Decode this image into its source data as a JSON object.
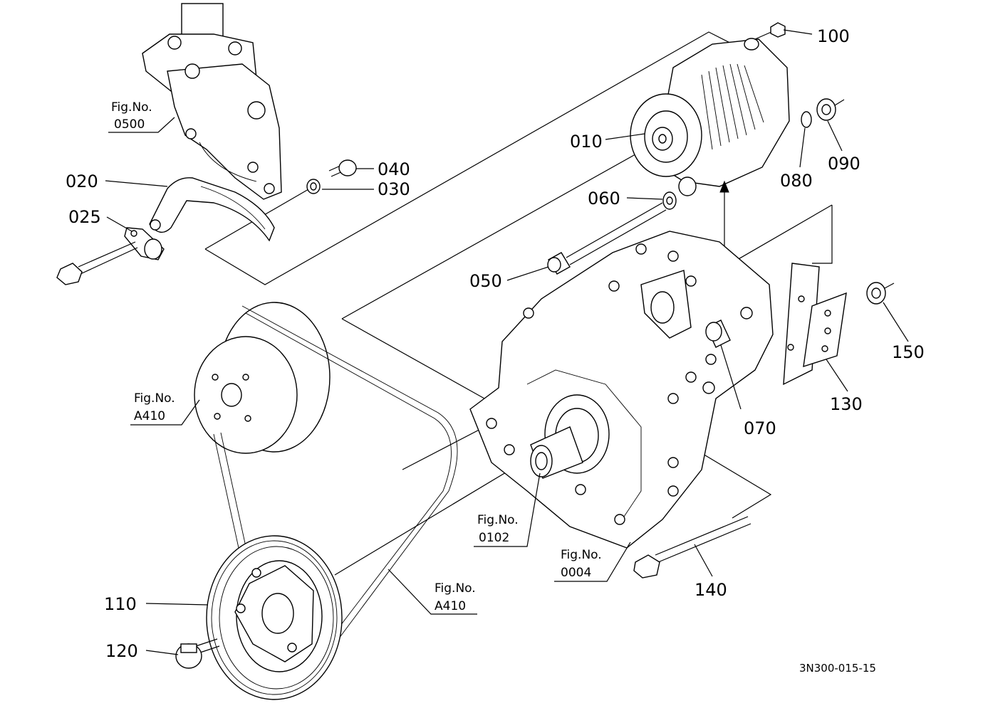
{
  "callouts": {
    "c010": "010",
    "c020": "020",
    "c025": "025",
    "c030": "030",
    "c040": "040",
    "c050": "050",
    "c060": "060",
    "c070": "070",
    "c080": "080",
    "c090": "090",
    "c100": "100",
    "c110": "110",
    "c120": "120",
    "c130": "130",
    "c140": "140",
    "c150": "150"
  },
  "figure_refs": {
    "ref_0500": {
      "label": "Fig.No.",
      "number": "0500"
    },
    "ref_a410_top": {
      "label": "Fig.No.",
      "number": "A410"
    },
    "ref_0102": {
      "label": "Fig.No.",
      "number": "0102"
    },
    "ref_0004": {
      "label": "Fig.No.",
      "number": "0004"
    },
    "ref_a410_bottom": {
      "label": "Fig.No.",
      "number": "A410"
    }
  },
  "drawing_code": "3N300-015-15"
}
